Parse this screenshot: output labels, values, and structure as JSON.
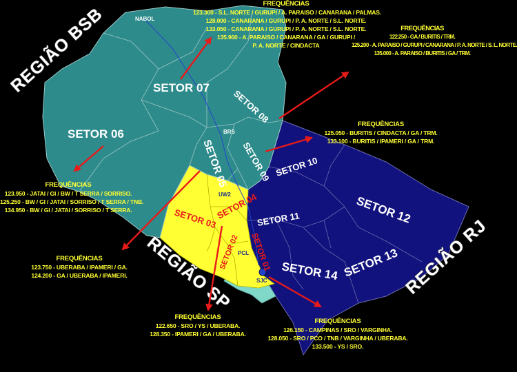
{
  "regions": [
    {
      "id": "bsb",
      "label": "REGIÃO BSB"
    },
    {
      "id": "sp",
      "label": "REGIÃO SP"
    },
    {
      "id": "rj",
      "label": "REGIÃO RJ"
    }
  ],
  "sectors": {
    "s01": "SETOR 01",
    "s02": "SETOR 02",
    "s03": "SETOR 03",
    "s04": "SETOR 04",
    "s05": "SETOR 05",
    "s06": "SETOR 06",
    "s07": "SETOR 07",
    "s08": "SETOR 08",
    "s09": "SETOR 09",
    "s10": "SETOR 10",
    "s11": "SETOR 11",
    "s12": "SETOR 12",
    "s13": "SETOR 13",
    "s14": "SETOR 14"
  },
  "places": {
    "nabol": "NABOL",
    "brs": "BRS",
    "uw2": "UW2",
    "pcl": "PCL",
    "sjc": "SJC"
  },
  "frequency_blocks": {
    "top": {
      "title": "FREQUÊNCIAS",
      "lines": [
        "123.300 - S.L. NORTE / GURUPI / A. PARAISO / CANARANA / PALMAS.",
        "128.000 - CANARANA / GURUPI / P. A. NORTE / S.L. NORTE.",
        "133.050 - CANARANA / GURUPI / P. A. NORTE / S.L. NORTE.",
        "135.900 - A. PARAISO / CANARANA / GA / GURUPI /",
        "P. A. NORTE / CINDACTA"
      ]
    },
    "top_right": {
      "title": "FREQUÊNCIAS",
      "lines": [
        "122.250 - GA / BURITIS / TRM.",
        "125.200 - A. PARAISO / GURUPI / CANARANA / P. A. NORTE / S. L. NORTE.",
        "135.000 - A. PARAISO / BURITIS / GA / TRM."
      ]
    },
    "mid_right": {
      "title": "FREQUÊNCIAS",
      "lines": [
        "125.050 - BURITIS / CINDACTA / GA / TRM.",
        "133.100 - BURITIS / IPAMERI / GA / TRM."
      ]
    },
    "left": {
      "title": "FREQUÊNCIAS",
      "lines": [
        "123.950 - JATAI / GI / BW / T SERRA / SORRISO.",
        "125.250 - BW / GI / JATAI / SORRISO / T SERRA / TNB.",
        "134.950 - BW / GI / JATAI / SORRISO / T SERRA."
      ]
    },
    "lower_left": {
      "title": "FREQUÊNCIAS",
      "lines": [
        "123.750 - UBERABA / IPAMERI / GA.",
        "124.200 - GA / UBERABA / IPAMERI."
      ]
    },
    "bottom": {
      "title": "FREQUÊNCIAS",
      "lines": [
        "122.650 - SRO / YS / UBERABA.",
        "128.350 - IPAMERI / GA / UBERABA."
      ]
    },
    "bottom_right": {
      "title": "FREQUÊNCIAS",
      "lines": [
        "126.150 - CAMPINAS / SRO / VARGINHA.",
        "128.050 - SRO / PCO / TNB / VARGINHA / UBERABA.",
        "133.500 - YS / SRO."
      ]
    }
  },
  "colors": {
    "bsb": "#2e8b8b",
    "sp": "#ffff33",
    "sp_light": "#7fd8c8",
    "rj": "#12127e",
    "arrow": "#e81a1a",
    "freq_text": "#ffff33",
    "route": "#2244cc"
  }
}
